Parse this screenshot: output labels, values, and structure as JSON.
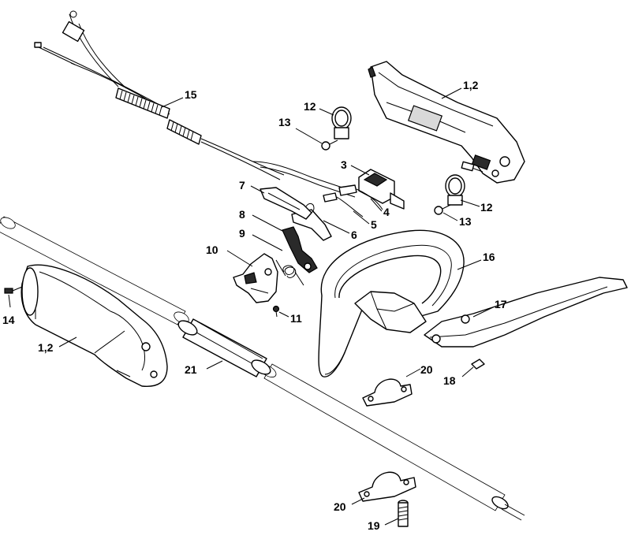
{
  "callouts": {
    "c1": "1,2",
    "c2": "1,2",
    "c3": "3",
    "c4": "4",
    "c5": "5",
    "c6": "6",
    "c7": "7",
    "c8": "8",
    "c9": "9",
    "c10": "10",
    "c11": "11",
    "c12a": "12",
    "c12b": "12",
    "c13a": "13",
    "c13b": "13",
    "c14": "14",
    "c15": "15",
    "c16": "16",
    "c17": "17",
    "c18": "18",
    "c19": "19",
    "c20a": "20",
    "c20b": "20",
    "c21": "21"
  }
}
